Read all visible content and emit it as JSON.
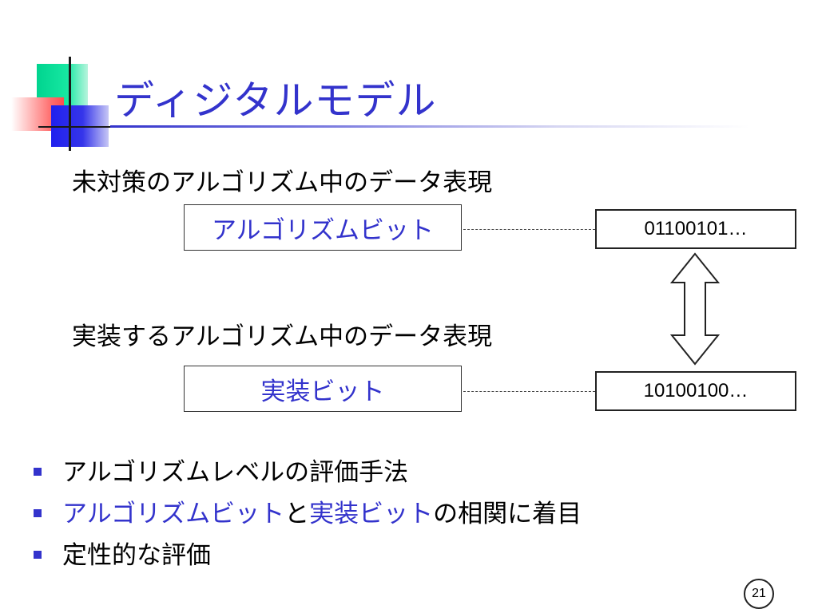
{
  "slide": {
    "title": "ディジタルモデル",
    "page_number": "21"
  },
  "sections": {
    "algorithm_heading": "未対策のアルゴリズム中のデータ表現",
    "implementation_heading": "実装するアルゴリズム中のデータ表現"
  },
  "boxes": {
    "algorithm_bit": "アルゴリズムビット",
    "implementation_bit": "実装ビット",
    "algorithm_bits_value": "01100101…",
    "implementation_bits_value": "10100100…"
  },
  "bullets": {
    "item1": "アルゴリズムレベルの評価手法",
    "item2_part1": "アルゴリズムビット",
    "item2_part2": "と",
    "item2_part3": "実装ビット",
    "item2_part4": "の相関に着目",
    "item3": "定性的な評価"
  },
  "colors": {
    "accent": "#3333cc",
    "decor_green": "#00d48f",
    "decor_red": "#ff4d4d",
    "decor_blue": "#2020ee"
  }
}
